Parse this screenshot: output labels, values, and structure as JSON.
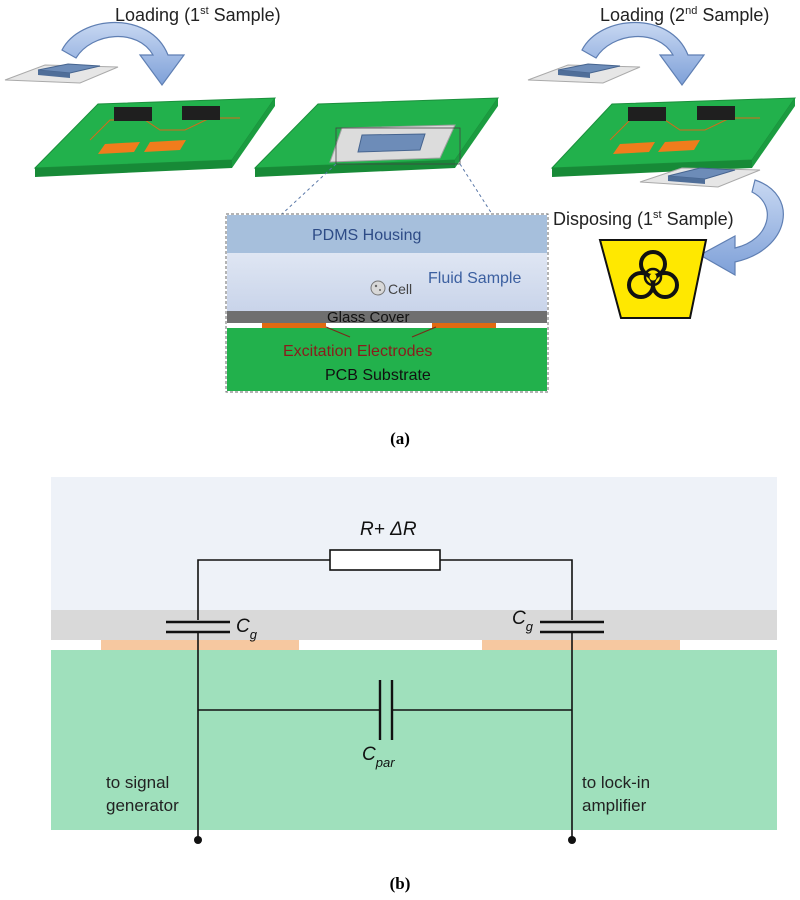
{
  "panel_a": {
    "loading1": {
      "prefix": "Loading (1",
      "sup": "st",
      "suffix": " Sample)"
    },
    "loading2": {
      "prefix": "Loading (2",
      "sup": "nd",
      "suffix": " Sample)"
    },
    "disposing": {
      "prefix": "Disposing (1",
      "sup": "st",
      "suffix": " Sample)"
    },
    "cross_section": {
      "pdms": "PDMS Housing",
      "fluid": "Fluid Sample",
      "cell": "Cell",
      "glass": "Glass Cover",
      "electrodes": "Excitation Electrodes",
      "pcb": "PCB Substrate"
    },
    "caption": "(a)"
  },
  "panel_b": {
    "resistor": "R+ ΔR",
    "cg_left": {
      "main": "C",
      "sub": "g"
    },
    "cg_right": {
      "main": "C",
      "sub": "g"
    },
    "cpar": {
      "main": "C",
      "sub": "par"
    },
    "left_terminal": [
      "to signal",
      "generator"
    ],
    "right_terminal": [
      "to lock-in",
      "amplifier"
    ],
    "caption": "(b)"
  },
  "colors": {
    "pcb_green": "#22b14c",
    "electrode_orange": "#f07c1c",
    "chip_black": "#1f1f1f",
    "pdms_blue": "#9fbad6",
    "arrow_blue": "#8fb0e0",
    "hazard_yellow": "#ffe800",
    "b_fluid_bg": "#eef2f8",
    "b_glass": "#d9d9d9",
    "b_electrode": "#f6c8a0",
    "b_pcb": "#9fe0bc"
  }
}
